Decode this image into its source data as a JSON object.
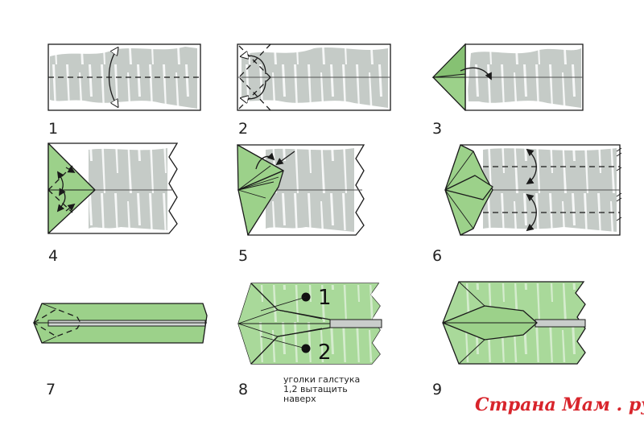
{
  "steps": [
    {
      "label": "1"
    },
    {
      "label": "2"
    },
    {
      "label": "3"
    },
    {
      "label": "4"
    },
    {
      "label": "5"
    },
    {
      "label": "6"
    },
    {
      "label": "7"
    },
    {
      "label": "8"
    },
    {
      "label": "9"
    }
  ],
  "step8": {
    "marker1": "1",
    "marker2": "2",
    "note_line1": "уголки галстука",
    "note_line2": "1,2 вытащить",
    "note_line3": "наверх"
  },
  "watermark": "Страна Мам . ру",
  "colors": {
    "paper": "#c5cbc7",
    "folded_paper": "#9cd18a",
    "watermark": "#d8242b"
  }
}
